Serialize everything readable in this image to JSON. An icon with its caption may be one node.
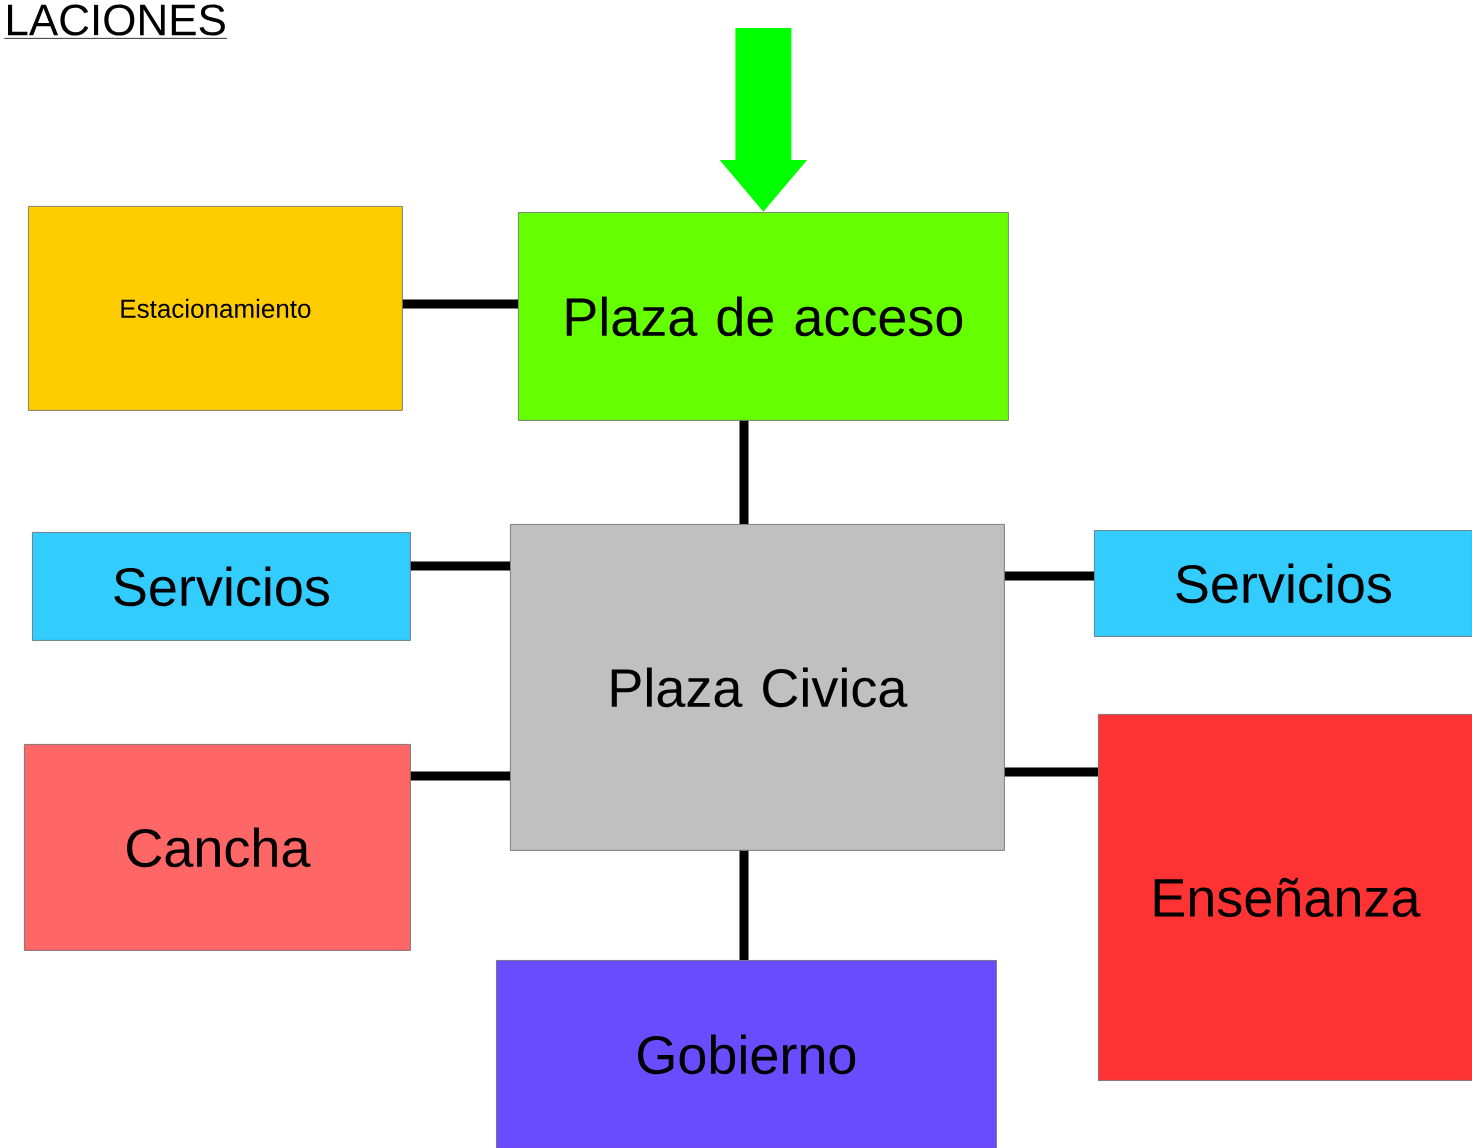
{
  "diagram": {
    "nodes": [
      {
        "text": [
          "Estacionamiento"
        ]
      },
      {
        "text": [
          "Plaza de acceso"
        ]
      },
      {
        "text": [
          "Servicios"
        ]
      },
      {
        "text": [
          "Plaza Civica"
        ]
      },
      {
        "text": [
          "Servicios"
        ]
      },
      {
        "text": [
          "Cancha"
        ]
      },
      {
        "text": [
          "Enseñanza"
        ]
      },
      {
        "text": [
          "Gobierno"
        ]
      }
    ],
    "edges": [
      {
        "from": null,
        "to": 1,
        "arrow": "to",
        "style": "thick",
        "color": "#00ff00"
      },
      {
        "from": 0,
        "to": 1,
        "arrow": "none"
      },
      {
        "from": 1,
        "to": 3,
        "arrow": "none"
      },
      {
        "from": 2,
        "to": 3,
        "arrow": "none"
      },
      {
        "from": 3,
        "to": 4,
        "arrow": "none"
      },
      {
        "from": 5,
        "to": 3,
        "arrow": "none"
      },
      {
        "from": 3,
        "to": 6,
        "arrow": "none"
      },
      {
        "from": 3,
        "to": 7,
        "arrow": "none"
      }
    ],
    "labels": [
      "LACIONES"
    ]
  }
}
